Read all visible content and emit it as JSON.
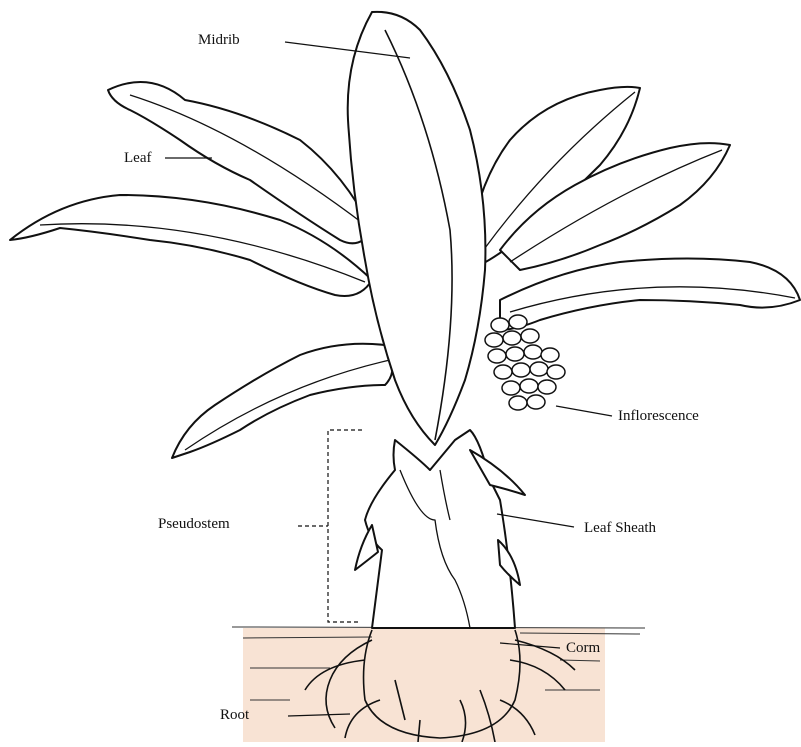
{
  "labels": {
    "midrib": "Midrib",
    "leaf": "Leaf",
    "inflorescence": "Inflorescence",
    "pseudostem": "Pseudostem",
    "leaf_sheath": "Leaf Sheath",
    "corm": "Corm",
    "root": "Root"
  },
  "colors": {
    "soil": "#f8e3d4",
    "ink": "#111111"
  }
}
